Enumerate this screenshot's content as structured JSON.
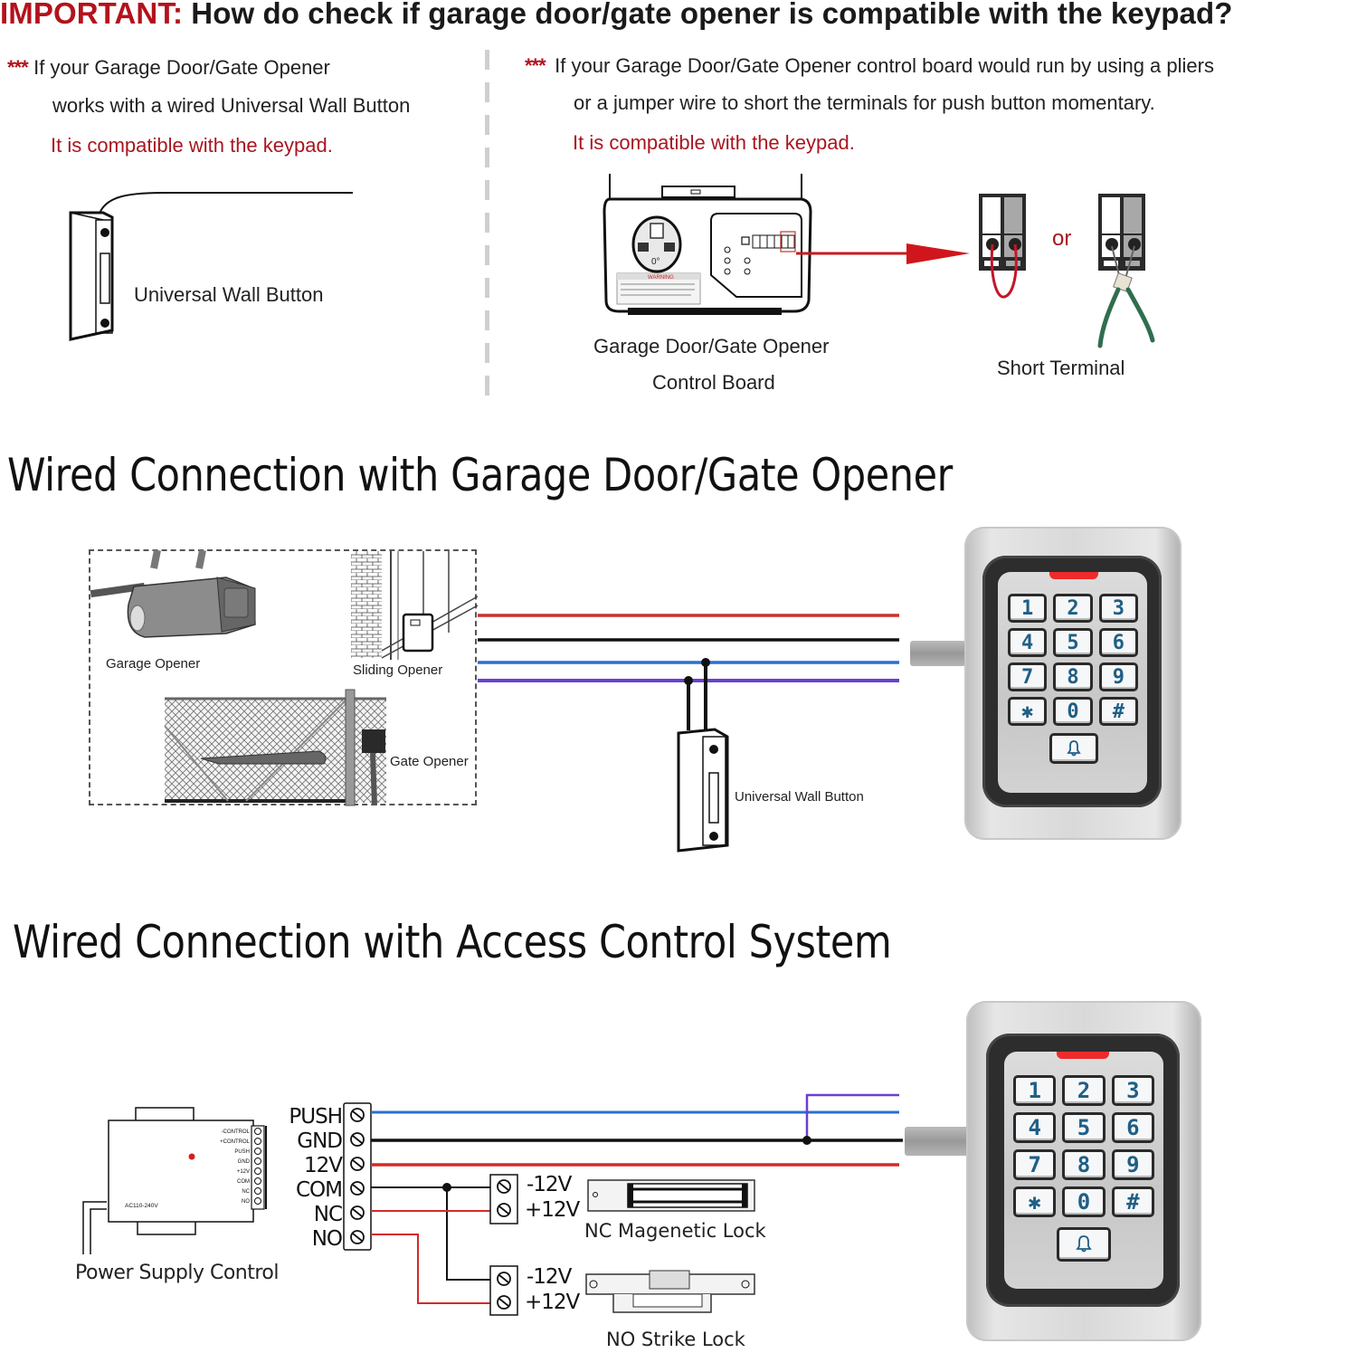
{
  "header": {
    "important_label": "IMPORTANT:",
    "question": " How do check if garage door/gate opener is compatible with the keypad?"
  },
  "left_note": {
    "stars": "***",
    "line1": "If your Garage Door/Gate Opener",
    "line2": "works with a wired Universal Wall Button",
    "result": "It is compatible with the keypad.",
    "device_label": "Universal Wall Button"
  },
  "right_note": {
    "stars": "***",
    "line1": "If your Garage Door/Gate Opener control board would run by using a pliers",
    "line2": "or a jumper wire to short the terminals for push button momentary.",
    "result": "It is compatible with the keypad.",
    "board_label_line1": "Garage Door/Gate Opener",
    "board_label_line2": "Control Board",
    "or_label": "or",
    "short_label": "Short Terminal",
    "warning_label": "WARNING"
  },
  "section1": {
    "title": "Wired Connection with Garage Door/Gate Opener",
    "openers": {
      "garage": "Garage Opener",
      "sliding": "Sliding Opener",
      "gate": "Gate Opener"
    },
    "wall_button": "Universal Wall Button",
    "wire_colors": [
      "#c8322e",
      "#111111",
      "#2a6fcf",
      "#6a3fd0"
    ]
  },
  "section2": {
    "title": "Wired Connection with Access Control System",
    "power_supply": {
      "label": "Power Supply Control",
      "ac_label": "AC110-240V",
      "mini_terminals": [
        "-CONTROL",
        "+CONTROL",
        "PUSH",
        "GND",
        "+12V",
        "COM",
        "NC",
        "NO"
      ]
    },
    "terminals": [
      "PUSH",
      "GND",
      "12V",
      "COM",
      "NC",
      "NO"
    ],
    "nc_lock": {
      "minus": "-12V",
      "plus": "+12V",
      "label": "NC Magenetic Lock"
    },
    "no_lock": {
      "minus": "-12V",
      "plus": "+12V",
      "label": "NO Strike Lock"
    },
    "wire_colors": {
      "push": "#2a6fcf",
      "gnd": "#111111",
      "v12": "#d42a2a",
      "com": "#111111",
      "nc": "#d42a2a",
      "no": "#d42a2a",
      "purple": "#6a3fd0"
    }
  },
  "keypad": {
    "keys": [
      "1",
      "2",
      "3",
      "4",
      "5",
      "6",
      "7",
      "8",
      "9",
      "✱",
      "0",
      "#"
    ],
    "bell_icon": "bell-icon",
    "led_color": "#ef2a2a"
  },
  "colors": {
    "accent_red": "#b3121c",
    "arrow_red": "#d0161c",
    "plier_green": "#2f6e4e"
  }
}
